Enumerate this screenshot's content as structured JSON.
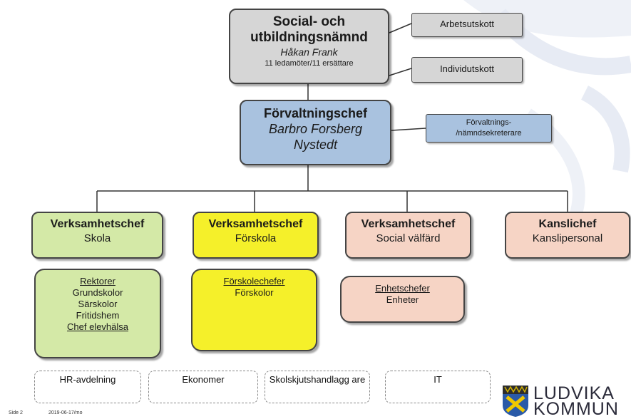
{
  "board": {
    "title_line1": "Social- och",
    "title_line2": "utbildningsnämnd",
    "chair": "Håkan Frank",
    "members": "11 ledamöter/11 ersättare"
  },
  "committees": [
    "Arbetsutskott",
    "Individutskott"
  ],
  "director": {
    "title": "Förvaltningschef",
    "name_line1": "Barbro Forsberg",
    "name_line2": "Nystedt"
  },
  "secretary": {
    "line1": "Förvaltnings-",
    "line2": "/nämndsekreterare"
  },
  "departments": [
    {
      "title": "Verksamhetschef",
      "subtitle": "Skola",
      "color": "#d4e9a7",
      "units": [
        "Rektorer",
        "Grundskolor",
        "Särskolor",
        "Fritidshem",
        "Chef elevhälsa"
      ]
    },
    {
      "title": "Verksamhetschef",
      "subtitle": "Förskola",
      "color": "#f5f02a",
      "units": [
        "Förskolechefer",
        "Förskolor"
      ]
    },
    {
      "title": "Verksamhetschef",
      "subtitle": "Social välfärd",
      "color": "#f6d4c5",
      "units": [
        "Enhetschefer",
        "Enheter"
      ]
    },
    {
      "title": "Kanslichef",
      "subtitle": "Kanslipersonal",
      "color": "#f6d4c5",
      "units": []
    }
  ],
  "support": [
    "HR-avdelning",
    "Ekonomer",
    "Skolskjutshandlagg are",
    "IT"
  ],
  "footer": {
    "page": "Side 2",
    "date": "2019-06-17/mo"
  },
  "logo": {
    "line1": "LUDVIKA",
    "line2": "KOMMUN",
    "icon": "coat-of-arms-icon"
  }
}
